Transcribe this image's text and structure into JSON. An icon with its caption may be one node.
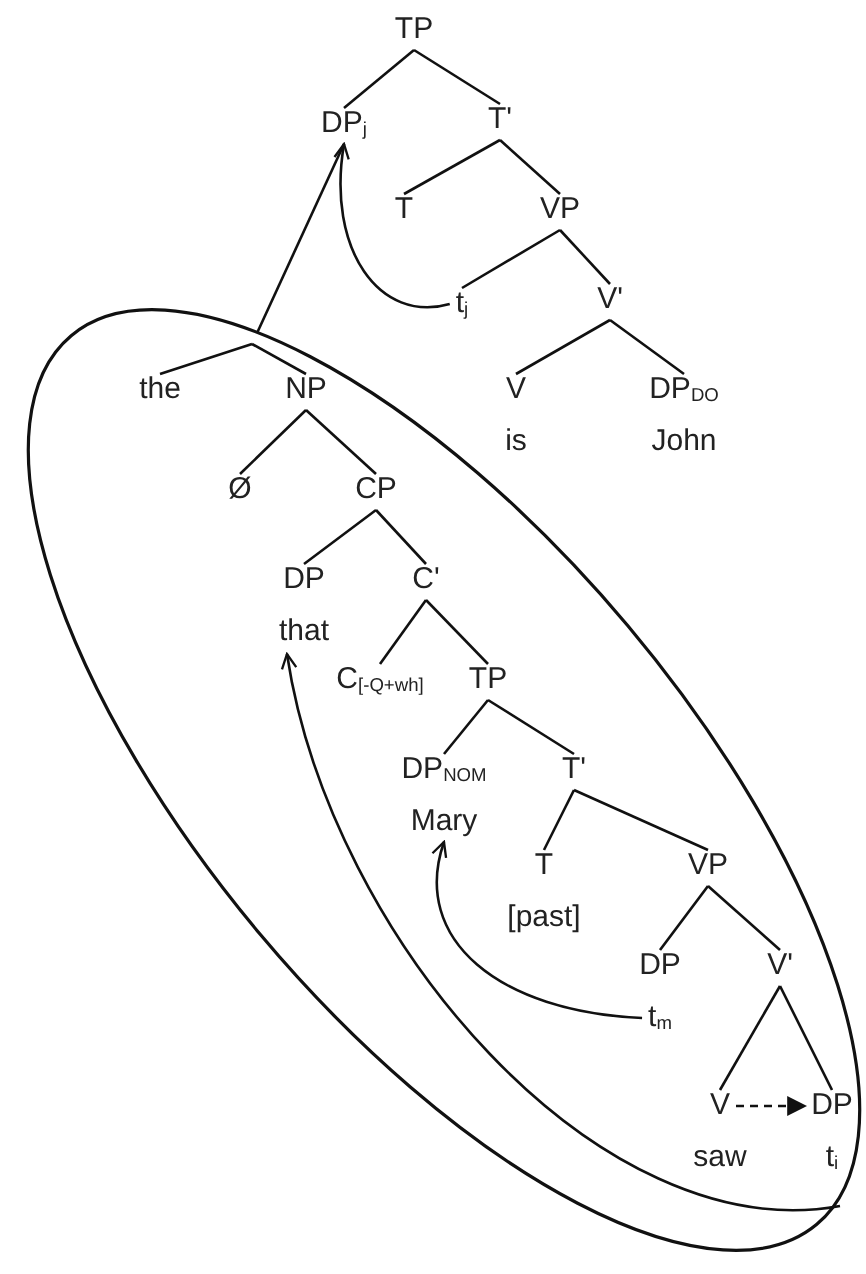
{
  "diagram": {
    "nodes": [
      {
        "text": [
          "TP"
        ]
      },
      {
        "text": [
          "DP$_{j}$"
        ]
      },
      {
        "text": [
          "T'"
        ]
      },
      {
        "text": [
          "T"
        ]
      },
      {
        "text": [
          "VP"
        ]
      },
      {
        "text": [
          "t$_{j}$"
        ]
      },
      {
        "text": [
          "V'"
        ]
      },
      {
        "text": [
          "V",
          "is"
        ]
      },
      {
        "text": [
          "DP$_{DO}$",
          "John"
        ]
      },
      {
        "text": [],
        "shape": "ellipse"
      },
      {
        "text": [
          "the"
        ],
        "in": 9
      },
      {
        "text": [
          "NP"
        ],
        "in": 9
      },
      {
        "text": [
          "Ø"
        ],
        "in": 9
      },
      {
        "text": [
          "CP"
        ],
        "in": 9
      },
      {
        "text": [
          "DP",
          "that"
        ],
        "in": 9
      },
      {
        "text": [
          "C'"
        ],
        "in": 9
      },
      {
        "text": [
          "C$_{[-Q+wh]}$"
        ],
        "in": 9
      },
      {
        "text": [
          "TP"
        ],
        "in": 9
      },
      {
        "text": [
          "DP$_{NOM}$",
          "Mary"
        ],
        "in": 9
      },
      {
        "text": [
          "T'"
        ],
        "in": 9
      },
      {
        "text": [
          "T",
          "[past]"
        ],
        "in": 9
      },
      {
        "text": [
          "VP"
        ],
        "in": 9
      },
      {
        "text": [
          "DP",
          "t$_{m}$"
        ],
        "in": 9
      },
      {
        "text": [
          "V'"
        ],
        "in": 9
      },
      {
        "text": [
          "V",
          "saw"
        ],
        "in": 9
      },
      {
        "text": [
          "DP",
          "t$_{i}$"
        ],
        "in": 9
      }
    ],
    "edges": [
      {
        "from": 0,
        "to": 1,
        "arrow": "none"
      },
      {
        "from": 0,
        "to": 2,
        "arrow": "none"
      },
      {
        "from": 2,
        "to": 3,
        "arrow": "none"
      },
      {
        "from": 2,
        "to": 4,
        "arrow": "none"
      },
      {
        "from": 4,
        "to": 5,
        "arrow": "none"
      },
      {
        "from": 4,
        "to": 6,
        "arrow": "none"
      },
      {
        "from": 6,
        "to": 7,
        "arrow": "none"
      },
      {
        "from": 6,
        "to": 8,
        "arrow": "none"
      },
      {
        "from": 1,
        "to": 9,
        "arrow": "none"
      },
      {
        "from": 9,
        "to": 10,
        "arrow": "none"
      },
      {
        "from": 9,
        "to": 11,
        "arrow": "none"
      },
      {
        "from": 11,
        "to": 12,
        "arrow": "none"
      },
      {
        "from": 11,
        "to": 13,
        "arrow": "none"
      },
      {
        "from": 13,
        "to": 14,
        "arrow": "none"
      },
      {
        "from": 13,
        "to": 15,
        "arrow": "none"
      },
      {
        "from": 15,
        "to": 16,
        "arrow": "none"
      },
      {
        "from": 15,
        "to": 17,
        "arrow": "none"
      },
      {
        "from": 17,
        "to": 18,
        "arrow": "none"
      },
      {
        "from": 17,
        "to": 19,
        "arrow": "none"
      },
      {
        "from": 19,
        "to": 20,
        "arrow": "none"
      },
      {
        "from": 19,
        "to": 21,
        "arrow": "none"
      },
      {
        "from": 21,
        "to": 22,
        "arrow": "none"
      },
      {
        "from": 21,
        "to": 23,
        "arrow": "none"
      },
      {
        "from": 23,
        "to": 24,
        "arrow": "none"
      },
      {
        "from": 23,
        "to": 25,
        "arrow": "none"
      },
      {
        "from": 5,
        "to": 1,
        "arrow": "to"
      },
      {
        "from": 22,
        "to": 18,
        "arrow": "to"
      },
      {
        "from": 25,
        "to": 14,
        "arrow": "to"
      },
      {
        "from": 24,
        "to": 25,
        "arrow": "to",
        "style": "dashed"
      }
    ]
  }
}
